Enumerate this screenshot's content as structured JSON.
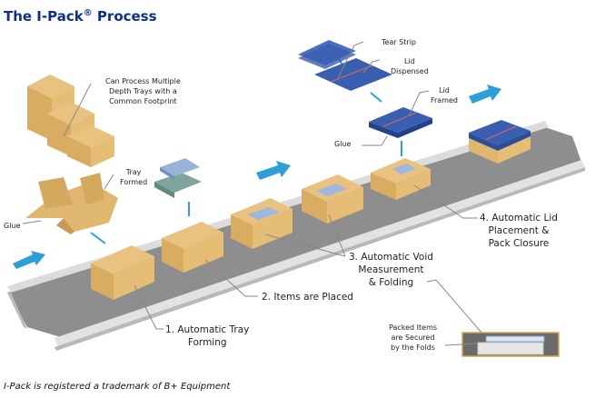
{
  "title": {
    "text": "The I-Pack",
    "reg": "®",
    "suffix": " Process"
  },
  "callouts": {
    "multiple_depth": [
      "Can Process Multiple",
      "Depth Trays with a",
      "Common Footprint"
    ],
    "tray_formed": [
      "Tray",
      "Formed"
    ],
    "glue_left": "Glue",
    "tear_strip": "Tear Strip",
    "lid_dispensed": [
      "Lid",
      "Dispensed"
    ],
    "lid_framed": [
      "Lid",
      "Framed"
    ],
    "glue_lid": "Glue",
    "packed_items": [
      "Packed Items",
      "are Secured",
      "by the Folds"
    ]
  },
  "steps": [
    {
      "label": [
        "1. Automatic Tray",
        "Forming"
      ]
    },
    {
      "label": [
        "2. Items are Placed"
      ]
    },
    {
      "label": [
        "3. Automatic Void",
        "Measurement",
        "& Folding"
      ]
    },
    {
      "label": [
        "4. Automatic Lid",
        "Placement &",
        "Pack Closure"
      ]
    }
  ],
  "footer": "I-Pack is registered a trademark of B+ Equipment",
  "colors": {
    "title": "#0b2f8a",
    "cardboard": "#dfb76f",
    "cardboard_dark": "#c99a52",
    "lid_blue": "#3a5fb0",
    "arrow_blue": "#2b9fd6",
    "conveyor": "#8e8e8e"
  }
}
